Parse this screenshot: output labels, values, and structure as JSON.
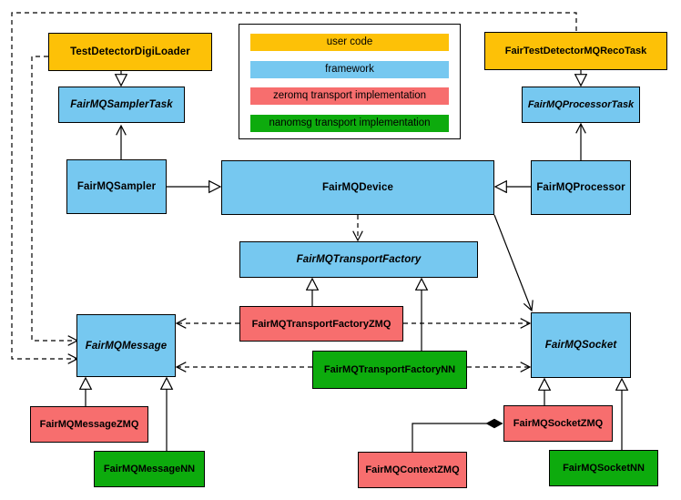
{
  "colors": {
    "user_code": "#FDC107",
    "framework": "#76C8F0",
    "zeromq": "#F76E6E",
    "nanomsg": "#0DAB0D",
    "line": "#000000",
    "background": "#FFFFFF"
  },
  "legend": {
    "items": [
      {
        "label": "user code"
      },
      {
        "label": "framework"
      },
      {
        "label": "zeromq transport implementation"
      },
      {
        "label": "nanomsg transport implementation"
      }
    ]
  },
  "nodes": {
    "testDetectorDigiLoader": {
      "label": "TestDetectorDigiLoader",
      "category": "user code",
      "abstract": false
    },
    "fairTestDetectorMQRecoTask": {
      "label": "FairTestDetectorMQRecoTask",
      "category": "user code",
      "abstract": false
    },
    "fairMQSamplerTask": {
      "label": "FairMQSamplerTask",
      "category": "framework",
      "abstract": true
    },
    "fairMQProcessorTask": {
      "label": "FairMQProcessorTask",
      "category": "framework",
      "abstract": true
    },
    "fairMQSampler": {
      "label": "FairMQSampler",
      "category": "framework",
      "abstract": false
    },
    "fairMQDevice": {
      "label": "FairMQDevice",
      "category": "framework",
      "abstract": false
    },
    "fairMQProcessor": {
      "label": "FairMQProcessor",
      "category": "framework",
      "abstract": false
    },
    "fairMQTransportFactory": {
      "label": "FairMQTransportFactory",
      "category": "framework",
      "abstract": true
    },
    "fairMQTransportFactoryZMQ": {
      "label": "FairMQTransportFactoryZMQ",
      "category": "zeromq",
      "abstract": false
    },
    "fairMQTransportFactoryNN": {
      "label": "FairMQTransportFactoryNN",
      "category": "nanomsg",
      "abstract": false
    },
    "fairMQMessage": {
      "label": "FairMQMessage",
      "category": "framework",
      "abstract": true
    },
    "fairMQMessageZMQ": {
      "label": "FairMQMessageZMQ",
      "category": "zeromq",
      "abstract": false
    },
    "fairMQMessageNN": {
      "label": "FairMQMessageNN",
      "category": "nanomsg",
      "abstract": false
    },
    "fairMQSocket": {
      "label": "FairMQSocket",
      "category": "framework",
      "abstract": true
    },
    "fairMQSocketZMQ": {
      "label": "FairMQSocketZMQ",
      "category": "zeromq",
      "abstract": false
    },
    "fairMQSocketNN": {
      "label": "FairMQSocketNN",
      "category": "nanomsg",
      "abstract": false
    },
    "fairMQContextZMQ": {
      "label": "FairMQContextZMQ",
      "category": "zeromq",
      "abstract": false
    }
  },
  "edges": [
    {
      "from": "TestDetectorDigiLoader",
      "to": "FairMQSamplerTask",
      "type": "inheritance-solid-hollow-triangle"
    },
    {
      "from": "FairTestDetectorMQRecoTask",
      "to": "FairMQProcessorTask",
      "type": "inheritance-solid-hollow-triangle"
    },
    {
      "from": "FairMQSampler",
      "to": "FairMQSamplerTask",
      "type": "solid-open-arrow"
    },
    {
      "from": "FairMQProcessor",
      "to": "FairMQProcessorTask",
      "type": "solid-open-arrow"
    },
    {
      "from": "FairMQSampler",
      "to": "FairMQDevice",
      "type": "inheritance-solid-hollow-triangle"
    },
    {
      "from": "FairMQProcessor",
      "to": "FairMQDevice",
      "type": "inheritance-solid-hollow-triangle"
    },
    {
      "from": "FairMQDevice",
      "to": "FairMQTransportFactory",
      "type": "dashed-open-arrow"
    },
    {
      "from": "FairMQDevice",
      "to": "FairMQSocket",
      "type": "solid-open-arrow"
    },
    {
      "from": "FairMQTransportFactoryZMQ",
      "to": "FairMQTransportFactory",
      "type": "inheritance-solid-hollow-triangle"
    },
    {
      "from": "FairMQTransportFactoryNN",
      "to": "FairMQTransportFactory",
      "type": "inheritance-solid-hollow-triangle"
    },
    {
      "from": "FairMQTransportFactoryZMQ",
      "to": "FairMQMessage",
      "type": "dashed-open-arrow"
    },
    {
      "from": "FairMQTransportFactoryZMQ",
      "to": "FairMQSocket",
      "type": "dashed-open-arrow"
    },
    {
      "from": "FairMQTransportFactoryNN",
      "to": "FairMQMessage",
      "type": "dashed-open-arrow"
    },
    {
      "from": "FairMQTransportFactoryNN",
      "to": "FairMQSocket",
      "type": "dashed-open-arrow"
    },
    {
      "from": "TestDetectorDigiLoader",
      "to": "FairMQMessage",
      "type": "dashed-open-arrow"
    },
    {
      "from": "FairTestDetectorMQRecoTask",
      "to": "FairMQMessage",
      "type": "dashed-open-arrow"
    },
    {
      "from": "FairMQMessageZMQ",
      "to": "FairMQMessage",
      "type": "inheritance-solid-hollow-triangle"
    },
    {
      "from": "FairMQMessageNN",
      "to": "FairMQMessage",
      "type": "inheritance-solid-hollow-triangle"
    },
    {
      "from": "FairMQSocketZMQ",
      "to": "FairMQSocket",
      "type": "inheritance-solid-hollow-triangle"
    },
    {
      "from": "FairMQSocketNN",
      "to": "FairMQSocket",
      "type": "inheritance-solid-hollow-triangle"
    },
    {
      "from": "FairMQContextZMQ",
      "to": "FairMQSocketZMQ",
      "type": "composition-filled-diamond"
    }
  ]
}
